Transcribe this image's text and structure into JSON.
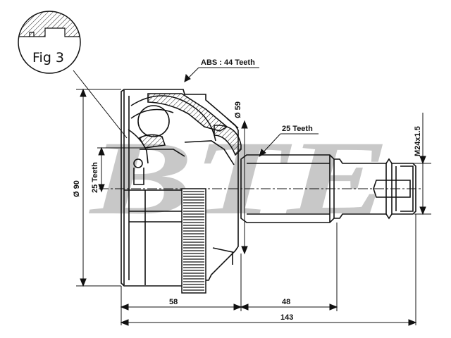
{
  "watermark": "BTE",
  "figure_label": "Fig 3",
  "labels": {
    "abs_teeth": "ABS : 44 Teeth",
    "inner_teeth": "25 Teeth",
    "outer_teeth": "25 Teeth",
    "outer_diameter": "Ø 90",
    "seal_diameter": "Ø 59",
    "thread": "M24x1.5",
    "dim_58": "58",
    "dim_48": "48",
    "dim_143": "143"
  },
  "colors": {
    "line": "#111111",
    "watermark": "#9a9a9a",
    "hatch": "#222222"
  }
}
